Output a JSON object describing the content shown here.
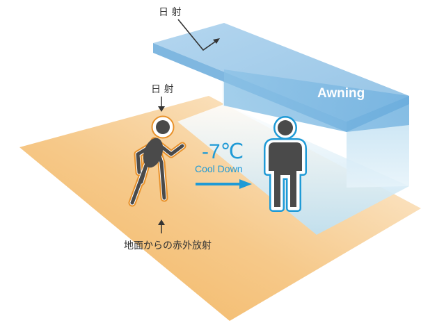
{
  "labels": {
    "sunlight_top": "日 射",
    "sunlight_person": "日 射",
    "awning": "Awning",
    "temperature": "-7℃",
    "cool_down": "Cool Down",
    "ground_radiation": "地面からの赤外放射"
  },
  "colors": {
    "ground_warm": "#f2b35c",
    "ground_light": "#fbe3bd",
    "awning_top": "#a9cdea",
    "awning_front": "#6fb0df",
    "shade": "#bfe0f1",
    "accent_blue": "#1f9ad6",
    "hot_outline": "#e8912a",
    "figure": "#4a4a4a"
  },
  "icons": {
    "hot_person": "walking-person-icon",
    "cool_person": "standing-person-icon"
  }
}
